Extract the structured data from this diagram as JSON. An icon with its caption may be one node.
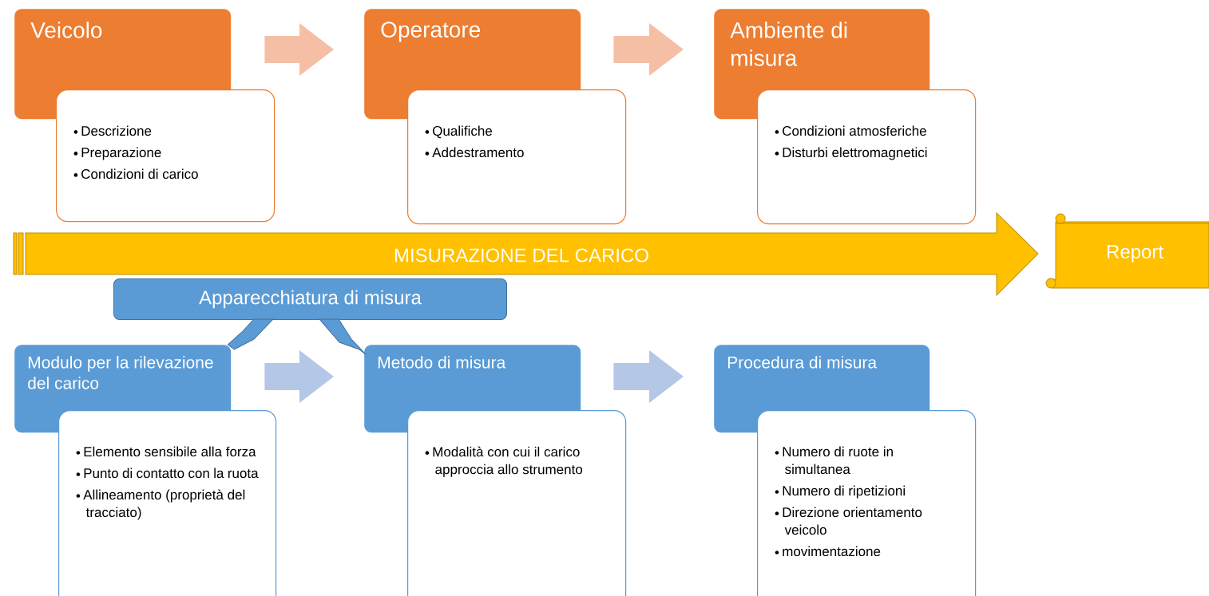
{
  "diagram": {
    "nodes": [
      {
        "text": [
          "Veicolo"
        ]
      },
      {
        "text": [
          "Descrizione",
          "Preparazione",
          "Condizioni di carico"
        ]
      },
      {
        "text": [
          "Operatore"
        ]
      },
      {
        "text": [
          "Qualifiche",
          "Addestramento"
        ]
      },
      {
        "text": [
          "Ambiente di misura"
        ]
      },
      {
        "text": [
          "Condizioni atmosferiche",
          "Disturbi elettromagnetici"
        ]
      },
      {
        "text": [
          "MISURAZIONE DEL CARICO"
        ]
      },
      {
        "text": [
          "Report"
        ]
      },
      {
        "text": [
          "Apparecchiatura di misura"
        ]
      },
      {
        "text": [
          "Modulo per la rilevazione del carico"
        ]
      },
      {
        "text": [
          "Elemento sensibile alla forza",
          "Punto di contatto con la ruota",
          "Allineamento (proprietà del tracciato)"
        ]
      },
      {
        "text": [
          "Metodo di misura"
        ]
      },
      {
        "text": [
          "Modalità con cui il carico approccia allo strumento"
        ]
      },
      {
        "text": [
          "Procedura di misura"
        ]
      },
      {
        "text": [
          "Numero di ruote in simultanea",
          "Numero di ripetizioni",
          "Direzione orientamento veicolo",
          "movimentazione"
        ]
      }
    ],
    "edges": [
      {
        "from": 0,
        "to": 2,
        "arrow": "to",
        "color": "#f5bfa6"
      },
      {
        "from": 2,
        "to": 4,
        "arrow": "to",
        "color": "#f5bfa6"
      },
      {
        "from": 9,
        "to": 11,
        "arrow": "to",
        "color": "#b4c7e7"
      },
      {
        "from": 11,
        "to": 13,
        "arrow": "to",
        "color": "#b4c7e7"
      },
      {
        "from": 8,
        "to": 9,
        "arrow": "none"
      },
      {
        "from": 8,
        "to": 11,
        "arrow": "none"
      }
    ]
  }
}
